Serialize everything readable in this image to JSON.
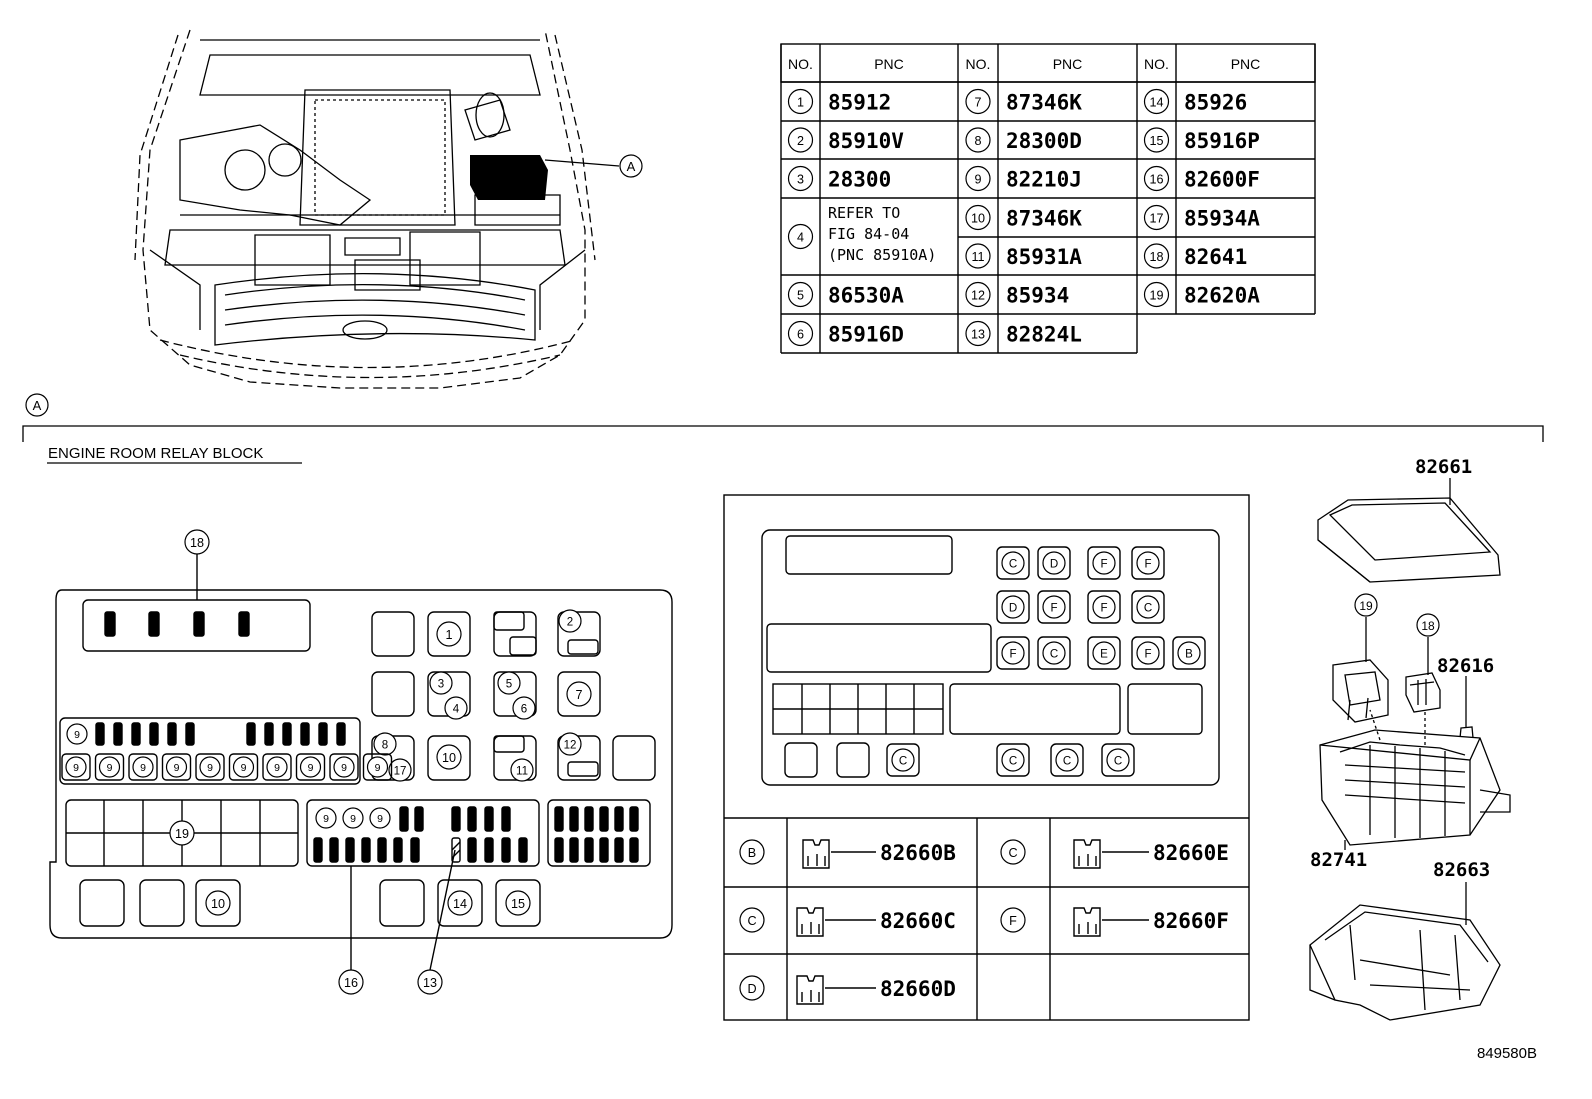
{
  "callout_a": "A",
  "section_title": "ENGINE ROOM RELAY BLOCK",
  "pnc_table": {
    "header_no": "NO.",
    "header_pnc": "PNC",
    "rows": [
      {
        "no": "1",
        "pnc": "85912"
      },
      {
        "no": "2",
        "pnc": "85910V"
      },
      {
        "no": "3",
        "pnc": "28300"
      },
      {
        "no": "4",
        "pnc_lines": [
          "REFER TO",
          "FIG 84-04",
          "(PNC 85910A)"
        ]
      },
      {
        "no": "5",
        "pnc": "86530A"
      },
      {
        "no": "6",
        "pnc": "85916D"
      },
      {
        "no": "7",
        "pnc": "87346K"
      },
      {
        "no": "8",
        "pnc": "28300D"
      },
      {
        "no": "9",
        "pnc": "82210J"
      },
      {
        "no": "10",
        "pnc": "87346K"
      },
      {
        "no": "11",
        "pnc": "85931A"
      },
      {
        "no": "12",
        "pnc": "85934"
      },
      {
        "no": "13",
        "pnc": "82824L"
      },
      {
        "no": "14",
        "pnc": "85926"
      },
      {
        "no": "15",
        "pnc": "85916P"
      },
      {
        "no": "16",
        "pnc": "82600F"
      },
      {
        "no": "17",
        "pnc": "85934A"
      },
      {
        "no": "18",
        "pnc": "82641"
      },
      {
        "no": "19",
        "pnc": "82620A"
      }
    ]
  },
  "relay_legend": [
    {
      "letter": "B",
      "pnc": "82660B"
    },
    {
      "letter": "C",
      "pnc": "82660E"
    },
    {
      "letter": "C",
      "pnc": "82660C"
    },
    {
      "letter": "F",
      "pnc": "82660F"
    },
    {
      "letter": "D",
      "pnc": "82660D"
    }
  ],
  "relay_grid": {
    "row1": [
      "C",
      "D",
      "F",
      "F"
    ],
    "row2": [
      "D",
      "F",
      "F",
      "C"
    ],
    "row3": [
      "F",
      "C",
      "E",
      "F",
      "B"
    ],
    "row4": [
      "C",
      "C",
      "C",
      "C"
    ]
  },
  "block_callouts": {
    "c1": "1",
    "c2": "2",
    "c3": "3",
    "c4": "4",
    "c5": "5",
    "c6": "6",
    "c7": "7",
    "c8": "8",
    "c9": "9",
    "c10": "10",
    "c11": "11",
    "c12": "12",
    "c13": "13",
    "c14": "14",
    "c15": "15",
    "c16": "16",
    "c17": "17",
    "c18": "18",
    "c19": "19"
  },
  "exploded_parts": {
    "cover": "82661",
    "fuse": "82616",
    "block": "82741",
    "lower": "82663",
    "c18": "18",
    "c19": "19"
  },
  "figure_id": "849580B"
}
